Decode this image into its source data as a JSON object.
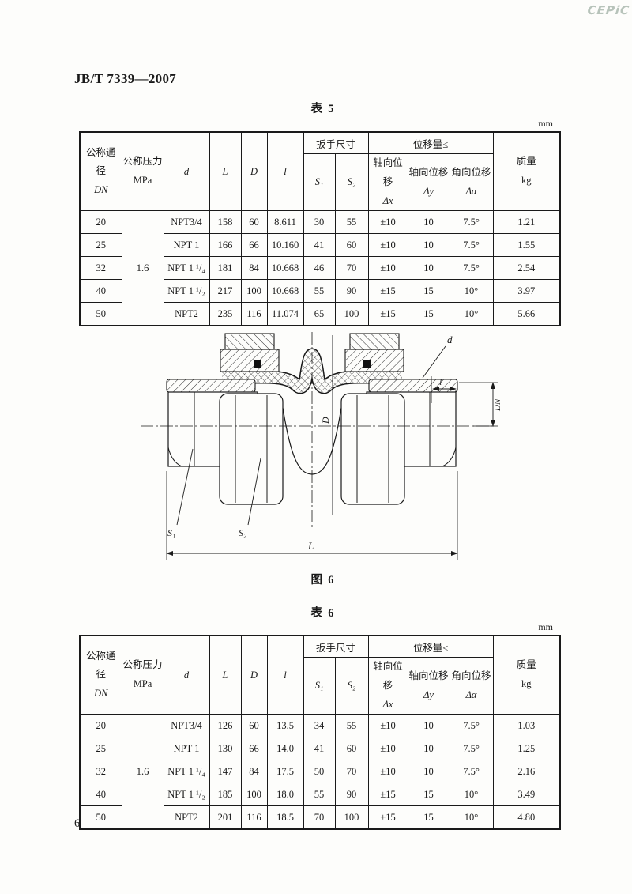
{
  "page": {
    "watermark": "CEPiC",
    "standard_code": "JB/T 7339—2007",
    "page_number": "6"
  },
  "table5": {
    "title": "表  5",
    "unit": "mm",
    "headers": {
      "col_dn": [
        "公称通径",
        "DN"
      ],
      "col_pn": [
        "公称压力",
        "MPa"
      ],
      "col_d": "d",
      "col_L": "L",
      "col_D": "D",
      "col_l": "l",
      "col_wrench": "扳手尺寸",
      "col_s1": "S₁",
      "col_s2": "S₂",
      "col_disp": "位移量≤",
      "col_dx": [
        "轴向位移",
        "Δx"
      ],
      "col_dy": [
        "轴向位移",
        "Δy"
      ],
      "col_da": [
        "角向位移",
        "Δα"
      ],
      "col_mass": [
        "质量",
        "kg"
      ]
    },
    "pressure": "1.6",
    "rows": [
      [
        "20",
        "NPT3/4",
        "158",
        "60",
        "8.611",
        "30",
        "55",
        "±10",
        "10",
        "7.5°",
        "1.21"
      ],
      [
        "25",
        "NPT 1",
        "166",
        "66",
        "10.160",
        "41",
        "60",
        "±10",
        "10",
        "7.5°",
        "1.55"
      ],
      [
        "32",
        "NPT 1 ¹/₄",
        "181",
        "84",
        "10.668",
        "46",
        "70",
        "±10",
        "10",
        "7.5°",
        "2.54"
      ],
      [
        "40",
        "NPT 1 ¹/₂",
        "217",
        "100",
        "10.668",
        "55",
        "90",
        "±15",
        "15",
        "10°",
        "3.97"
      ],
      [
        "50",
        "NPT2",
        "235",
        "116",
        "11.074",
        "65",
        "100",
        "±15",
        "15",
        "10°",
        "5.66"
      ]
    ]
  },
  "figure": {
    "caption": "图  6",
    "labels": {
      "d": "d",
      "l": "l",
      "dn": "DN",
      "big_d": "D",
      "big_l": "L",
      "s1": "S₁",
      "s2": "S₂"
    }
  },
  "table6": {
    "title": "表  6",
    "unit": "mm",
    "headers": {
      "col_dn": [
        "公称通径",
        "DN"
      ],
      "col_pn": [
        "公称压力",
        "MPa"
      ],
      "col_d": "d",
      "col_L": "L",
      "col_D": "D",
      "col_l": "l",
      "col_wrench": "扳手尺寸",
      "col_s1": "S₁",
      "col_s2": "S₂",
      "col_disp": "位移量≤",
      "col_dx": [
        "轴向位移",
        "Δx"
      ],
      "col_dy": [
        "轴向位移",
        "Δy"
      ],
      "col_da": [
        "角向位移",
        "Δα"
      ],
      "col_mass": [
        "质量",
        "kg"
      ]
    },
    "pressure": "1.6",
    "rows": [
      [
        "20",
        "NPT3/4",
        "126",
        "60",
        "13.5",
        "34",
        "55",
        "±10",
        "10",
        "7.5°",
        "1.03"
      ],
      [
        "25",
        "NPT 1",
        "130",
        "66",
        "14.0",
        "41",
        "60",
        "±10",
        "10",
        "7.5°",
        "1.25"
      ],
      [
        "32",
        "NPT 1 ¹/₄",
        "147",
        "84",
        "17.5",
        "50",
        "70",
        "±10",
        "10",
        "7.5°",
        "2.16"
      ],
      [
        "40",
        "NPT 1 ¹/₂",
        "185",
        "100",
        "18.0",
        "55",
        "90",
        "±15",
        "15",
        "10°",
        "3.49"
      ],
      [
        "50",
        "NPT2",
        "201",
        "116",
        "18.5",
        "70",
        "100",
        "±15",
        "15",
        "10°",
        "4.80"
      ]
    ]
  }
}
